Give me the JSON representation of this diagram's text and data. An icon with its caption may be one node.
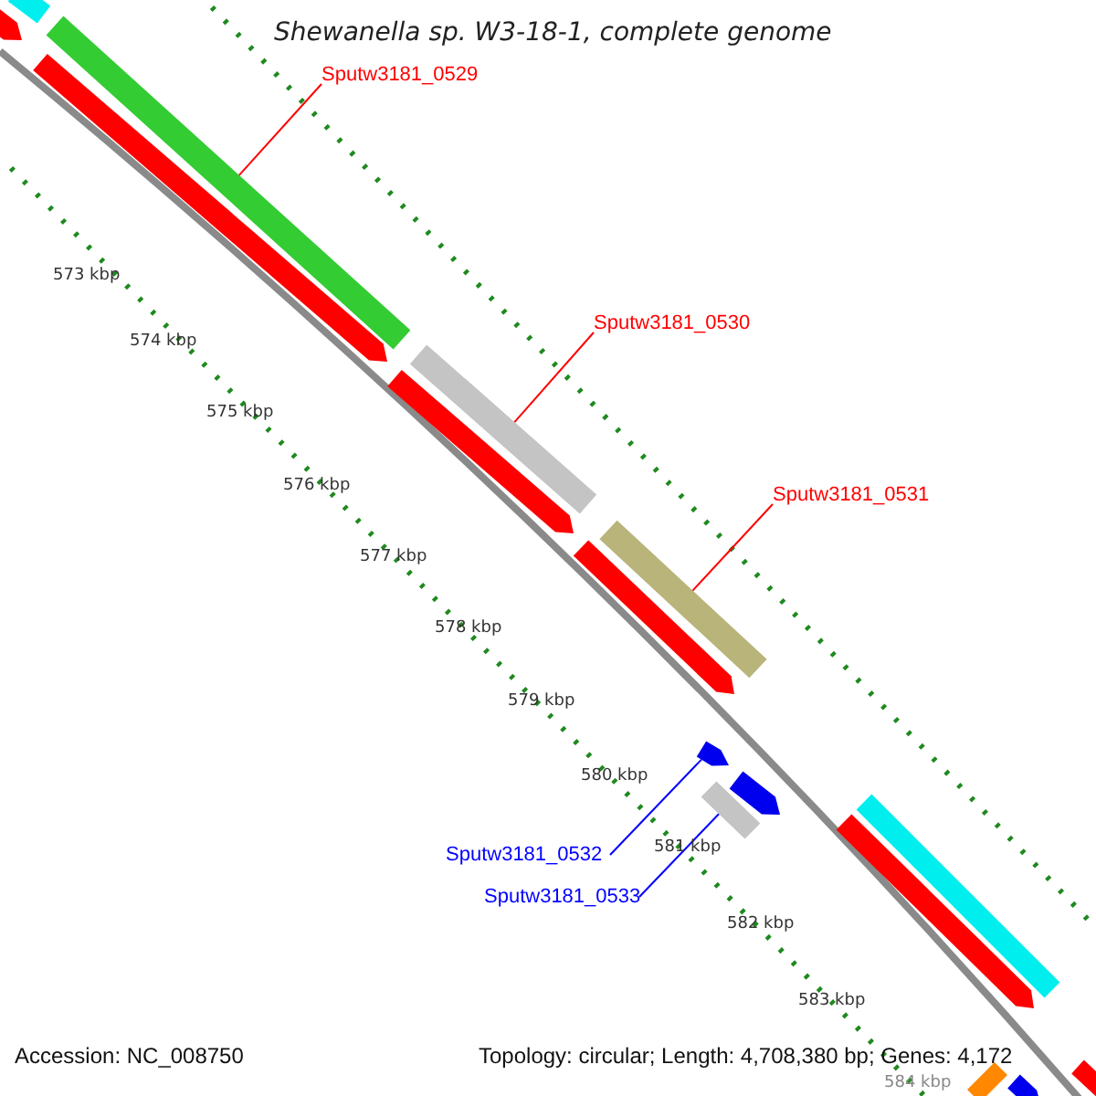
{
  "diagram": {
    "title": "Shewanella sp. W3-18-1, complete genome",
    "nodes": [
      {
        "text": [
          "Sputw3181_0529"
        ]
      },
      {
        "text": [],
        "shape": "bar"
      },
      {
        "text": [
          "Sputw3181_0530"
        ]
      },
      {
        "text": [],
        "shape": "bar"
      },
      {
        "text": [
          "Sputw3181_0531"
        ]
      },
      {
        "text": [],
        "shape": "bar"
      },
      {
        "text": [
          "Sputw3181_0532"
        ]
      },
      {
        "text": [
          "Sputw3181_0533"
        ]
      },
      {
        "text": [],
        "shape": "bar"
      },
      {
        "text": [],
        "shape": "bar"
      },
      {
        "text": [],
        "shape": "bar"
      },
      {
        "text": [],
        "shape": "bar"
      }
    ],
    "edges": [
      {
        "from": 0,
        "to": 1,
        "arrow": "none"
      },
      {
        "from": 2,
        "to": 3,
        "arrow": "none"
      },
      {
        "from": 4,
        "to": 5,
        "arrow": "none"
      },
      {
        "from": 6,
        "to": 9,
        "arrow": "none",
        "color": "#0000ff"
      },
      {
        "from": 7,
        "to": 8,
        "arrow": "none",
        "color": "#0000ff"
      }
    ],
    "labels": [
      "573 kbp",
      "574 kbp",
      "575 kbp",
      "576 kbp",
      "577 kbp",
      "578 kbp",
      "579 kbp",
      "580 kbp",
      "581 kbp",
      "582 kbp",
      "583 kbp",
      "584 kbp",
      "Accession: NC_008750",
      "Topology: circular; Length: 4,708,380 bp; Genes: 4,172"
    ]
  }
}
